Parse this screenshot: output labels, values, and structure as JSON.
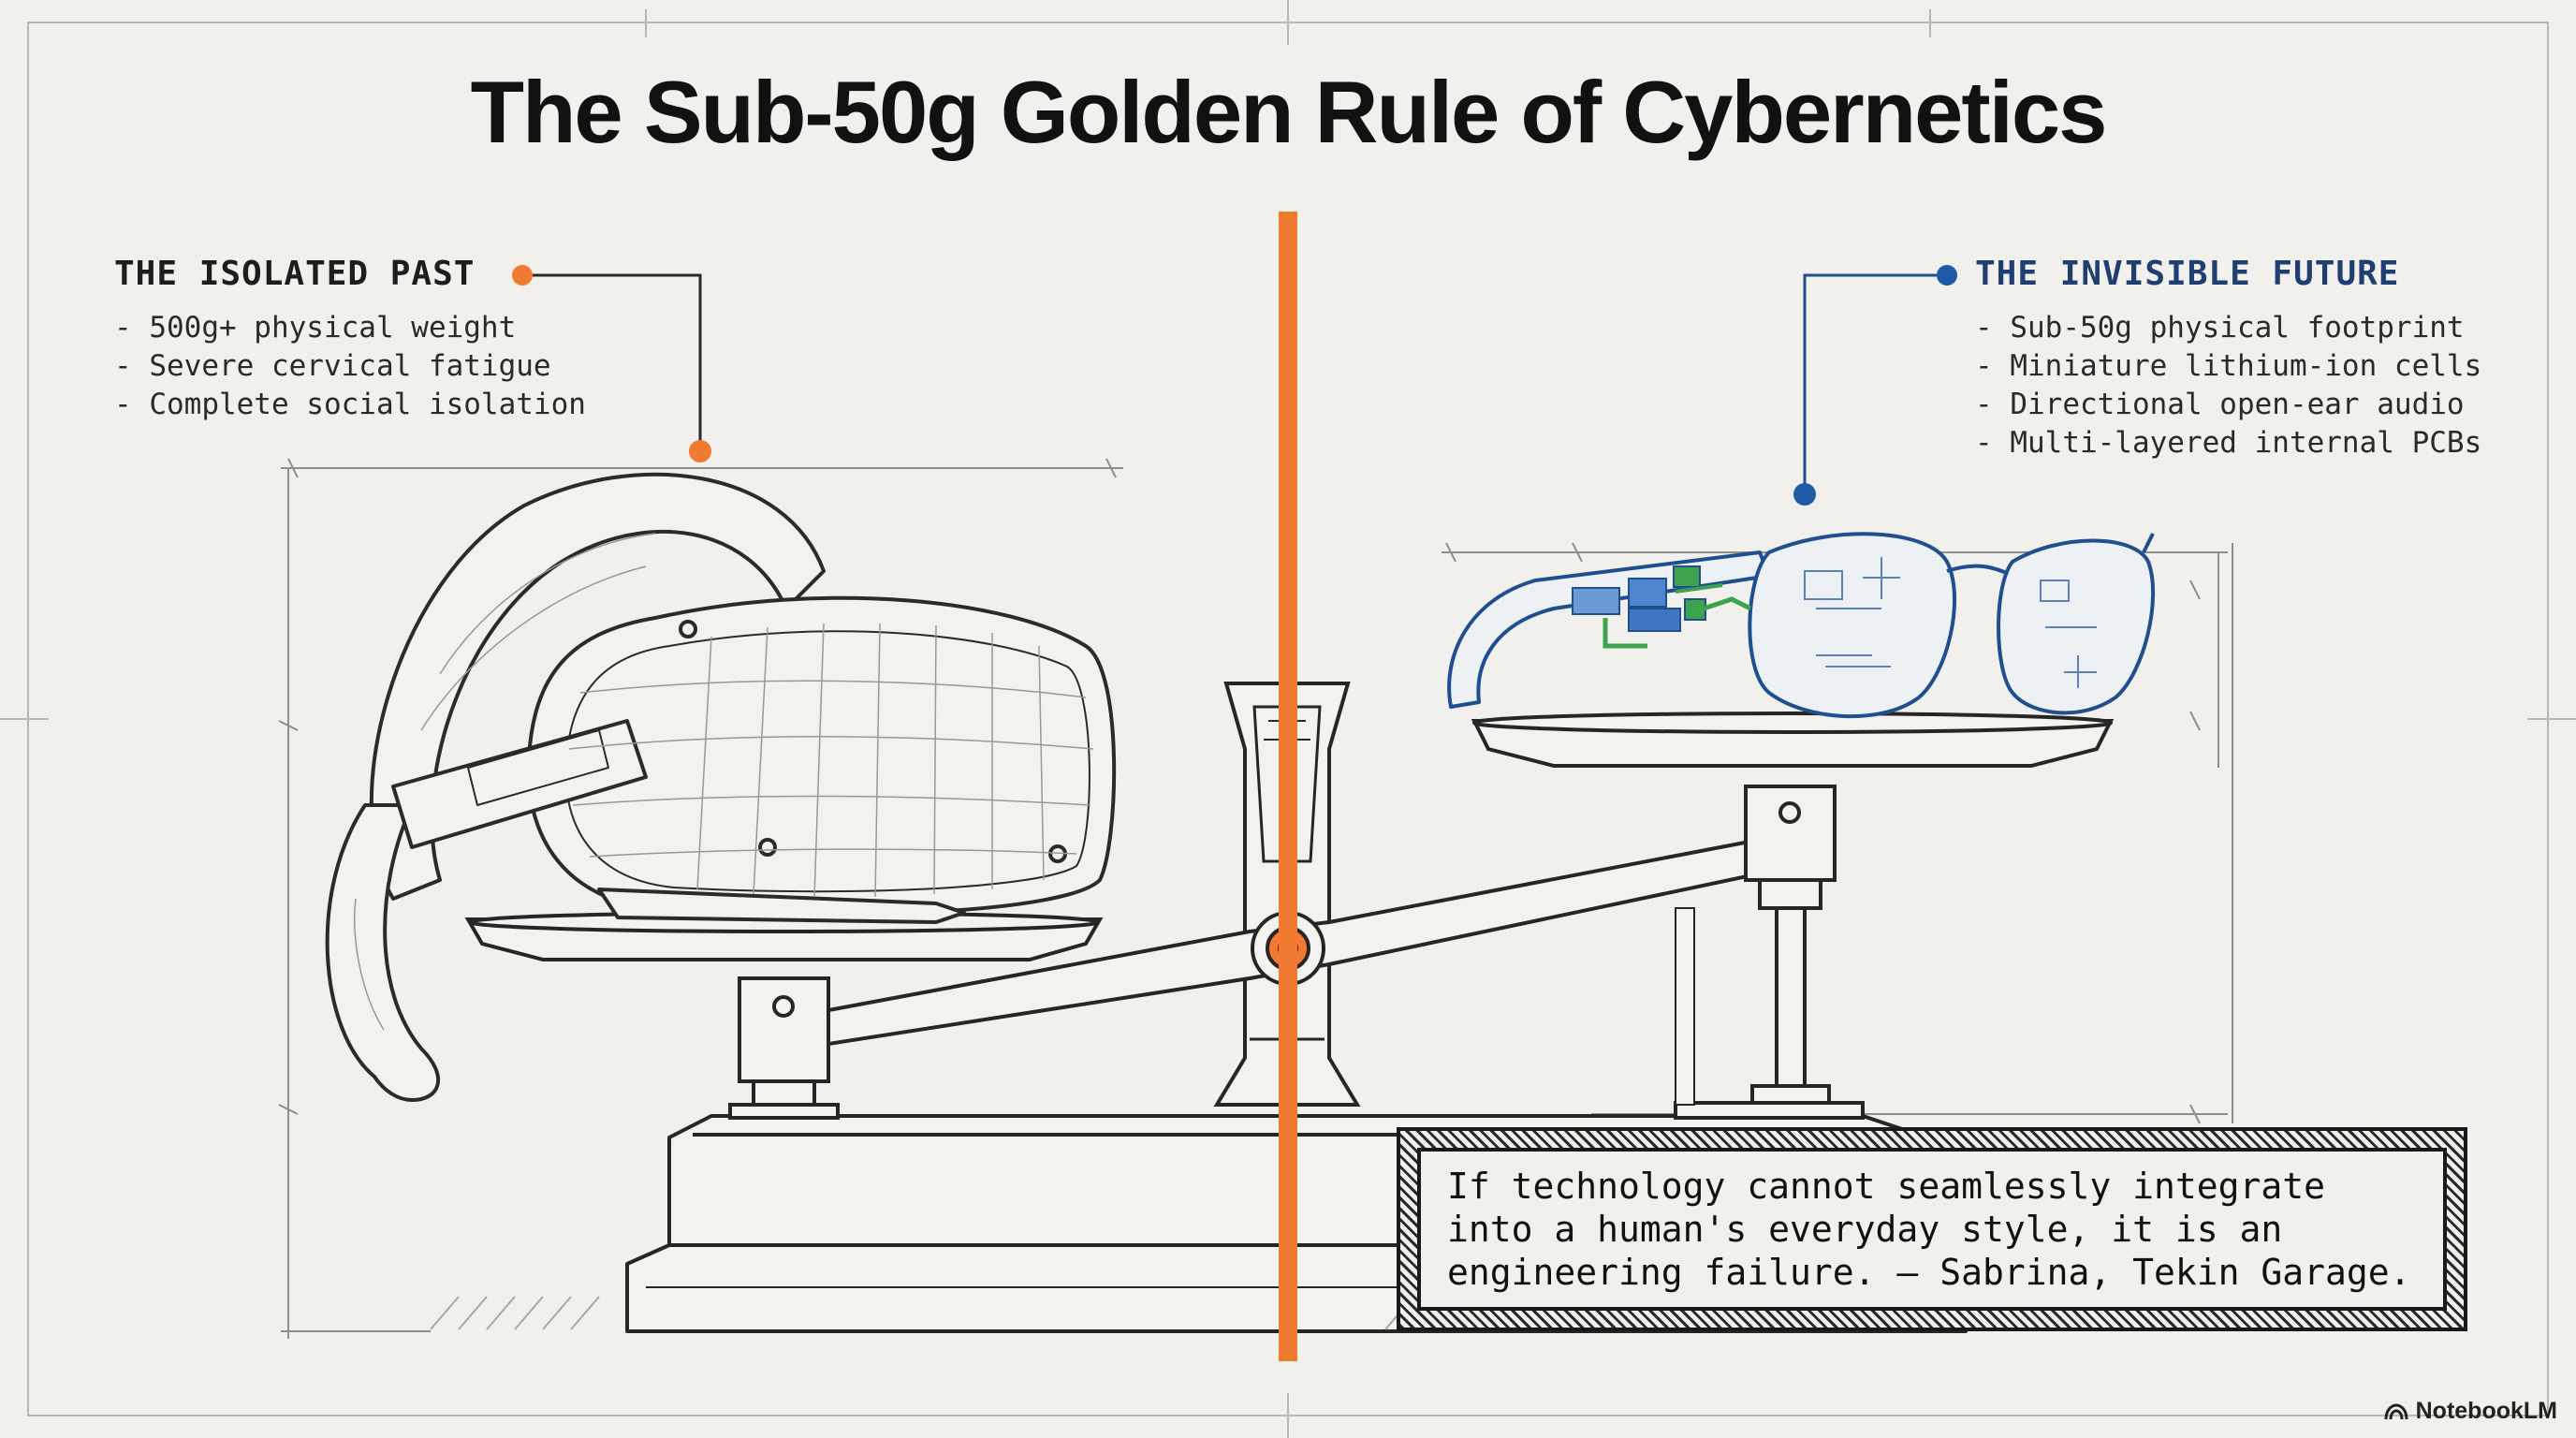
{
  "title": "The Sub-50g Golden Rule of Cybernetics",
  "left_panel": {
    "heading": "THE ISOLATED PAST",
    "bullets": [
      "500g+ physical weight",
      "Severe cervical fatigue",
      "Complete social isolation"
    ]
  },
  "right_panel": {
    "heading": "THE INVISIBLE FUTURE",
    "bullets": [
      "Sub-50g physical footprint",
      "Miniature lithium-ion cells",
      "Directional open-ear audio",
      "Multi-layered internal PCBs"
    ]
  },
  "quote": {
    "lines": [
      "If technology cannot seamlessly integrate",
      "into a human's everyday style, it is an",
      "engineering failure. — Sabrina, Tekin Garage."
    ]
  },
  "brand": {
    "label": "NotebookLM",
    "icon": "notebooklm-logo-icon"
  },
  "colors": {
    "accent_orange": "#f07a2f",
    "accent_blue": "#1f5aa6",
    "ink": "#2a2a2a",
    "background": "#f1f0ec",
    "pcb_green": "#3fa34d"
  }
}
